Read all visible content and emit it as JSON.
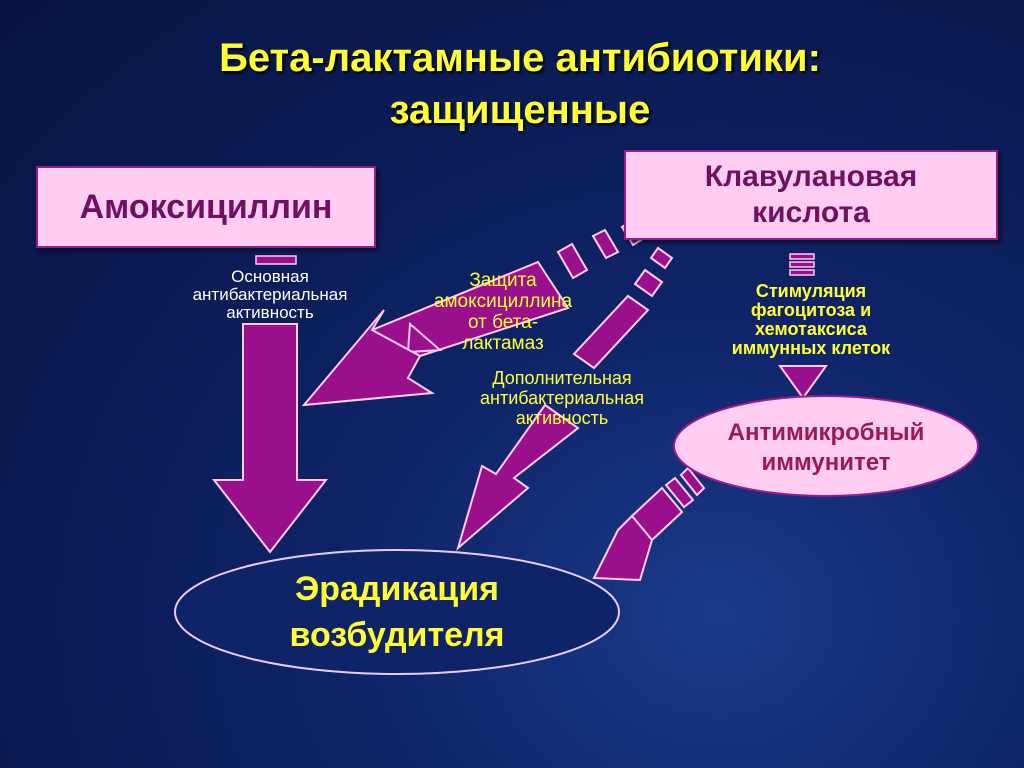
{
  "title": {
    "line1": "Бета-лактамные антибиотики:",
    "line2": "защищенные"
  },
  "boxes": {
    "amoxicillin": "Амоксициллин",
    "clavulanic_line1": "Клавулановая",
    "clavulanic_line2": "кислота"
  },
  "labels": {
    "main_activity": [
      "Основная",
      "антибактериальная",
      "активность"
    ],
    "protection": [
      "Защита",
      "амоксициллина",
      "от бета-",
      "лактамаз"
    ],
    "additional_activity": [
      "Дополнительная",
      "антибактериальная",
      "активность"
    ],
    "stimulation": [
      "Стимуляция",
      "фагоцитоза и",
      "хемотаксиса",
      "иммунных клеток"
    ]
  },
  "immunity": [
    "Антимикробный",
    "иммунитет"
  ],
  "eradication": [
    "Эрадикация",
    "возбудителя"
  ],
  "colors": {
    "arrow_fill": "#990f8c",
    "arrow_stroke": "#ffccf5",
    "box_fill": "#ffccf2",
    "title": "#ffff33"
  }
}
